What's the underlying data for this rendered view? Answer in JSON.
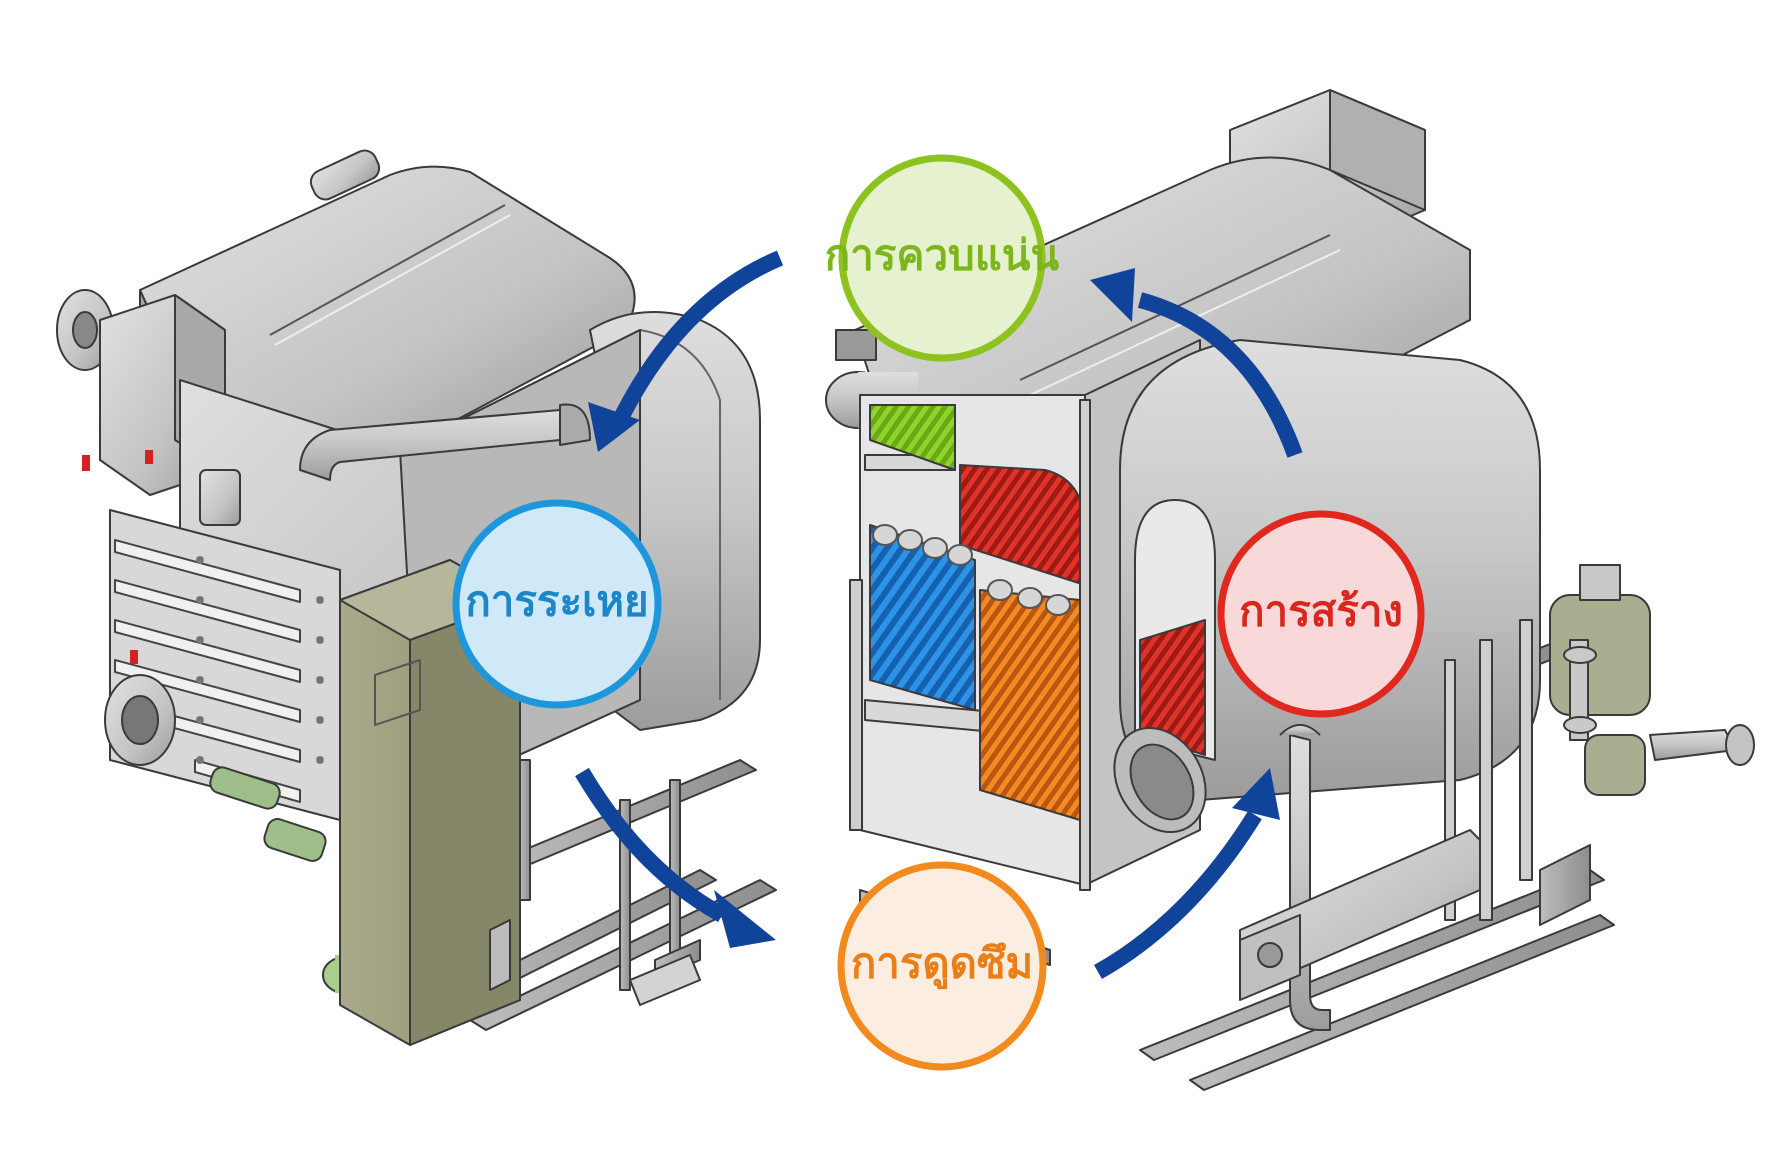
{
  "stages": {
    "condensation": {
      "label": "การควบแน่น",
      "ring": "#8dc21f",
      "fill": "#e5f1cf",
      "text": "#7cb51c"
    },
    "evaporation": {
      "label": "การระเหย",
      "ring": "#1e96dc",
      "fill": "#cfe9f8",
      "text": "#1c86c9"
    },
    "generation": {
      "label": "การสร้าง",
      "ring": "#e0281e",
      "fill": "#f8d8d8",
      "text": "#d8281e"
    },
    "absorption": {
      "label": "การดูดซึม",
      "ring": "#f28a1e",
      "fill": "#fbeee0",
      "text": "#ea7e18"
    }
  },
  "arrow_color": "#10439a",
  "colors": {
    "metal": "#c9c9c9",
    "metal_dark": "#8c8c8c",
    "outline": "#3a3a3a",
    "panel": "#9a9b7c",
    "green_tubes": "#7bc31c",
    "red_tubes": "#d9281c",
    "blue_tubes": "#1e7fd6",
    "orange_tubes": "#ef7d1c"
  }
}
